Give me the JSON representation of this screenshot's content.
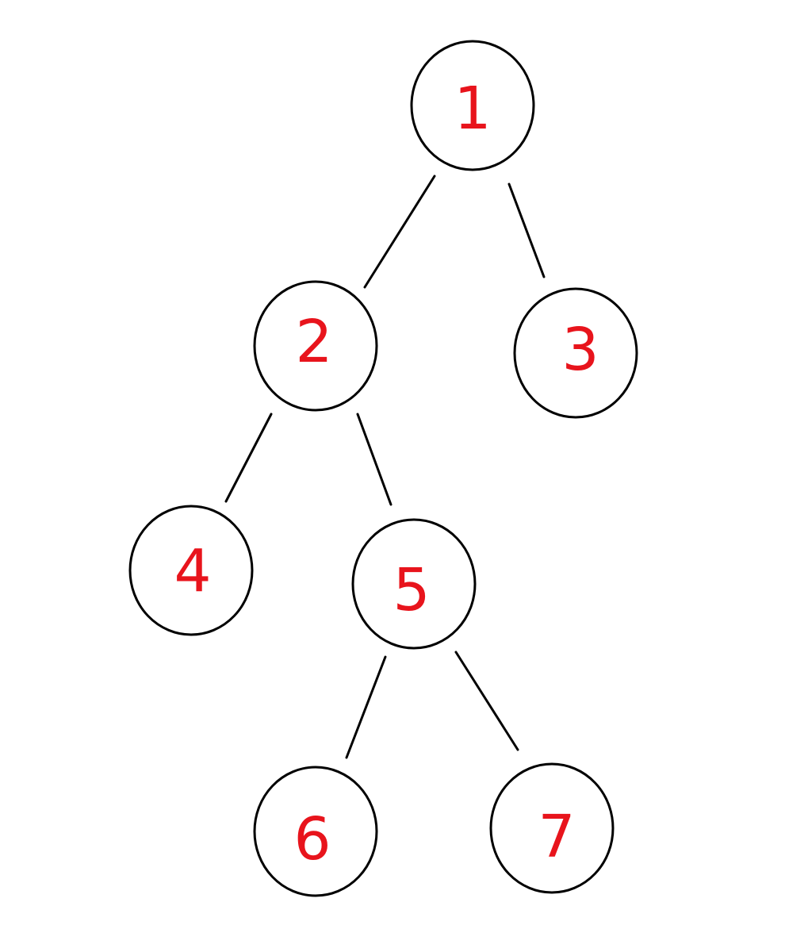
{
  "diagram": {
    "type": "binary-tree",
    "label_color": "#e8141c",
    "line_color": "#000000",
    "nodes": [
      {
        "id": "1",
        "label": "1"
      },
      {
        "id": "2",
        "label": "2"
      },
      {
        "id": "3",
        "label": "3"
      },
      {
        "id": "4",
        "label": "4"
      },
      {
        "id": "5",
        "label": "5"
      },
      {
        "id": "6",
        "label": "6"
      },
      {
        "id": "7",
        "label": "7"
      }
    ],
    "edges": [
      {
        "from": "1",
        "to": "2"
      },
      {
        "from": "1",
        "to": "3"
      },
      {
        "from": "2",
        "to": "4"
      },
      {
        "from": "2",
        "to": "5"
      },
      {
        "from": "5",
        "to": "6"
      },
      {
        "from": "5",
        "to": "7"
      }
    ]
  }
}
